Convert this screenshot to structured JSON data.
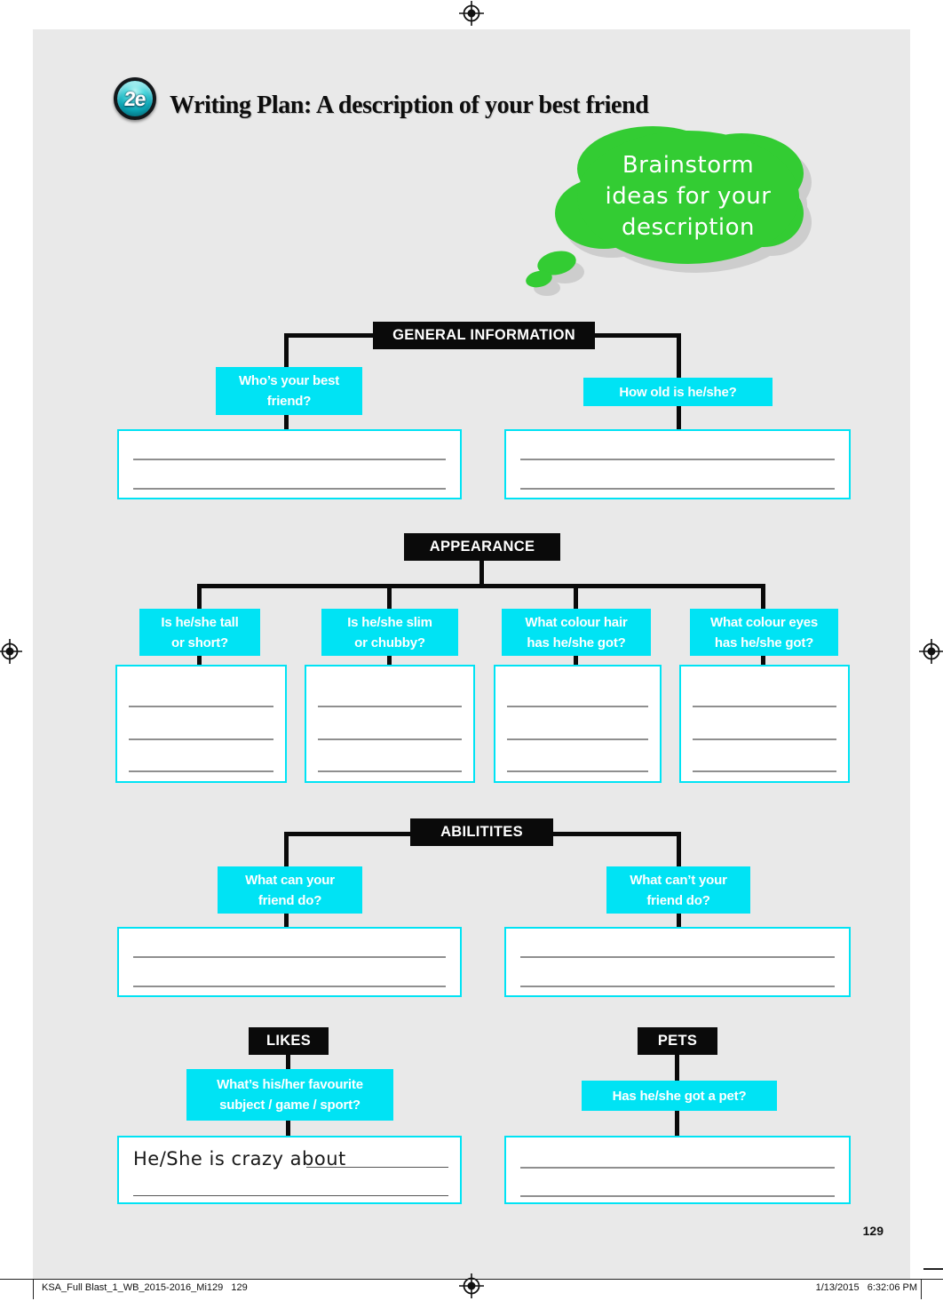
{
  "header": {
    "badge": "2e",
    "title_label": "Writing Plan:",
    "title_text": " A description of your best friend"
  },
  "bubble": {
    "line1": "Brainstorm",
    "line2": "ideas for your",
    "line3": "description",
    "color": "#33cc33"
  },
  "tree": {
    "general": {
      "header": "GENERAL INFORMATION",
      "q1": "Who’s your best friend?",
      "q2": "How old is he/she?"
    },
    "appearance": {
      "header": "APPEARANCE",
      "q1": "Is he/she tall or short?",
      "q2": "Is he/she slim or chubby?",
      "q3": "What colour hair has he/she got?",
      "q4": "What colour eyes has he/she got?"
    },
    "abilities": {
      "header": "ABILITITES",
      "q1": "What can your friend do?",
      "q2": "What can’t your friend do?"
    },
    "likes": {
      "header": "LIKES",
      "q1": "What’s his/her favourite subject / game / sport?",
      "answer_prefix": "He/She is crazy about"
    },
    "pets": {
      "header": "PETS",
      "q1": "Has he/she got a pet?"
    }
  },
  "footer": {
    "page_number": "129",
    "left": "KSA_Full Blast_1_WB_2015-2016_Mi129   129",
    "right": "1/13/2015   6:32:06 PM"
  },
  "colors": {
    "cyan": "#00e3f4",
    "green": "#33cc33",
    "black_box": "#0a0a0a",
    "page_gray": "#e9e9e9",
    "line_gray": "#8f8f8f"
  }
}
